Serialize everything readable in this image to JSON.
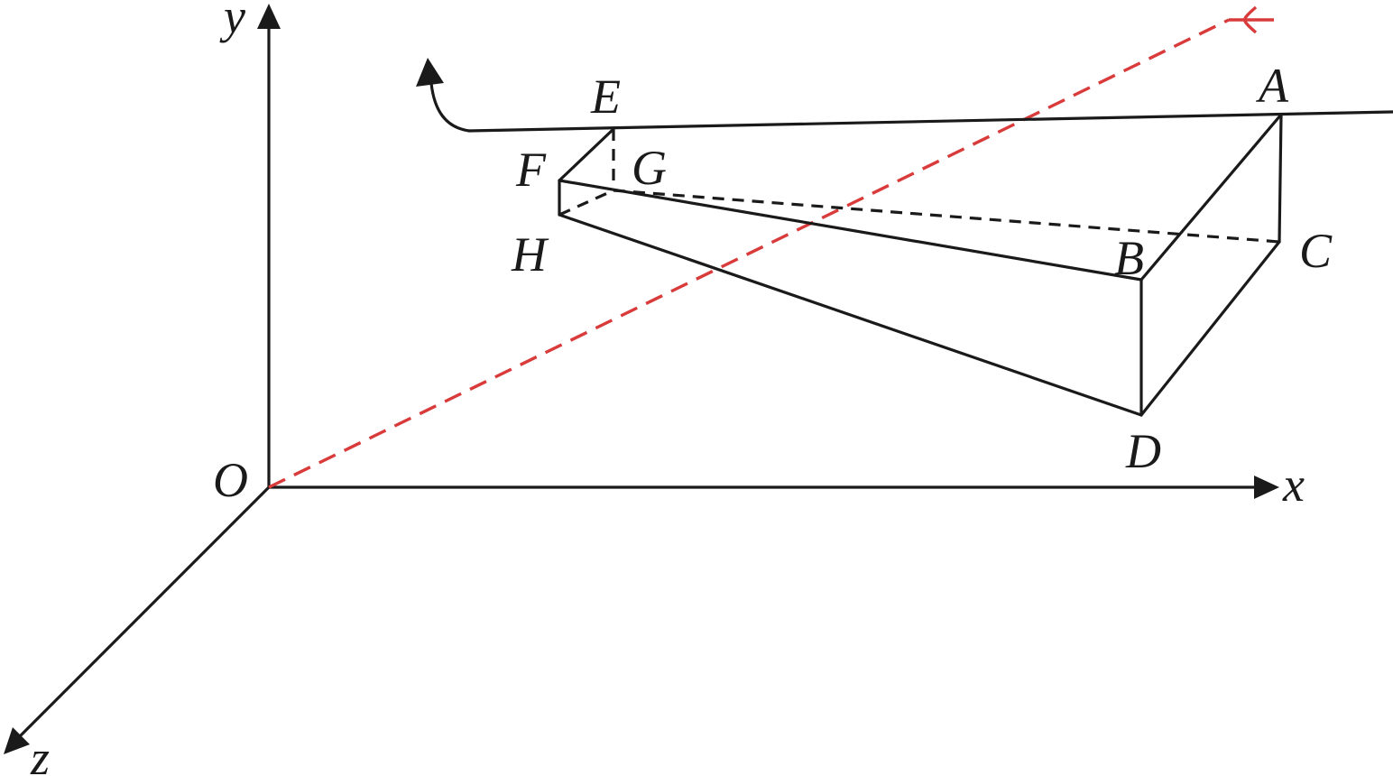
{
  "labels": {
    "origin": "O",
    "x_axis": "x",
    "y_axis": "y",
    "z_axis": "z",
    "A": "A",
    "B": "B",
    "C": "C",
    "D": "D",
    "E": "E",
    "F": "F",
    "G": "G",
    "H": "H"
  },
  "colors": {
    "line": "#1a1a1a",
    "ray": "#d93a3a",
    "background": "#ffffff"
  }
}
